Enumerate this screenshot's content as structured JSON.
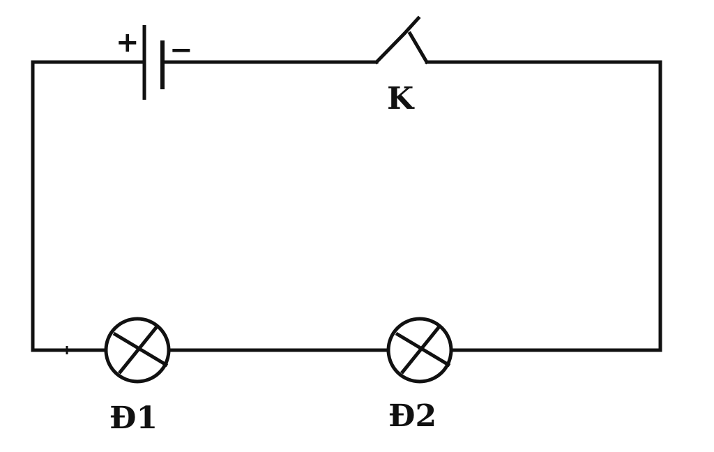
{
  "diagram": {
    "battery": {
      "plus_label": "+",
      "minus_label": "−"
    },
    "switch": {
      "label": "K"
    },
    "lamps": [
      {
        "label": "Đ1"
      },
      {
        "label": "Đ2"
      }
    ]
  }
}
